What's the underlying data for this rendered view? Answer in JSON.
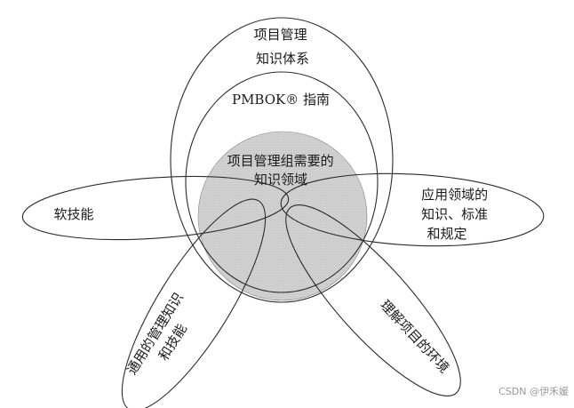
{
  "diagram": {
    "outer_circle_label": [
      "项目管理",
      "知识体系"
    ],
    "guide_circle_label": "PMBOK® 指南",
    "core_label": [
      "项目管理组需要的",
      "知识领域"
    ],
    "soft_skills_label": "软技能",
    "application_area_label": [
      "应用领域的",
      "知识、标准",
      "和规定"
    ],
    "general_management_label": [
      "通用的管理知识",
      "和技能"
    ],
    "project_environment_label": "理解项目的环境",
    "core_fill_color": "#c8c8c8",
    "line_color": "#2b2b2b"
  },
  "watermark": {
    "text": "CSDN @伊禾媛"
  }
}
